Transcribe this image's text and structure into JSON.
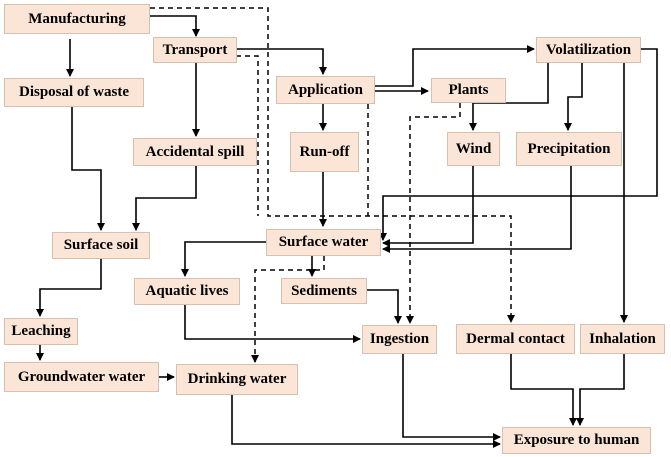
{
  "colors": {
    "box_fill": "#fbe5d6",
    "box_border": "#d9bfae",
    "line": "#000000"
  },
  "nodes": {
    "manufacturing": "Manufacturing",
    "transport": "Transport",
    "disposal": "Disposal of waste",
    "accidental_spill": "Accidental spill",
    "application": "Application",
    "plants": "Plants",
    "volatilization": "Volatilization",
    "run_off": "Run-off",
    "wind": "Wind",
    "precipitation": "Precipitation",
    "surface_soil": "Surface soil",
    "surface_water": "Surface water",
    "aquatic_lives": "Aquatic lives",
    "sediments": "Sediments",
    "leaching": "Leaching",
    "ingestion": "Ingestion",
    "dermal_contact": "Dermal contact",
    "inhalation": "Inhalation",
    "groundwater": "Groundwater water",
    "drinking_water": "Drinking water",
    "exposure": "Exposure to human"
  }
}
